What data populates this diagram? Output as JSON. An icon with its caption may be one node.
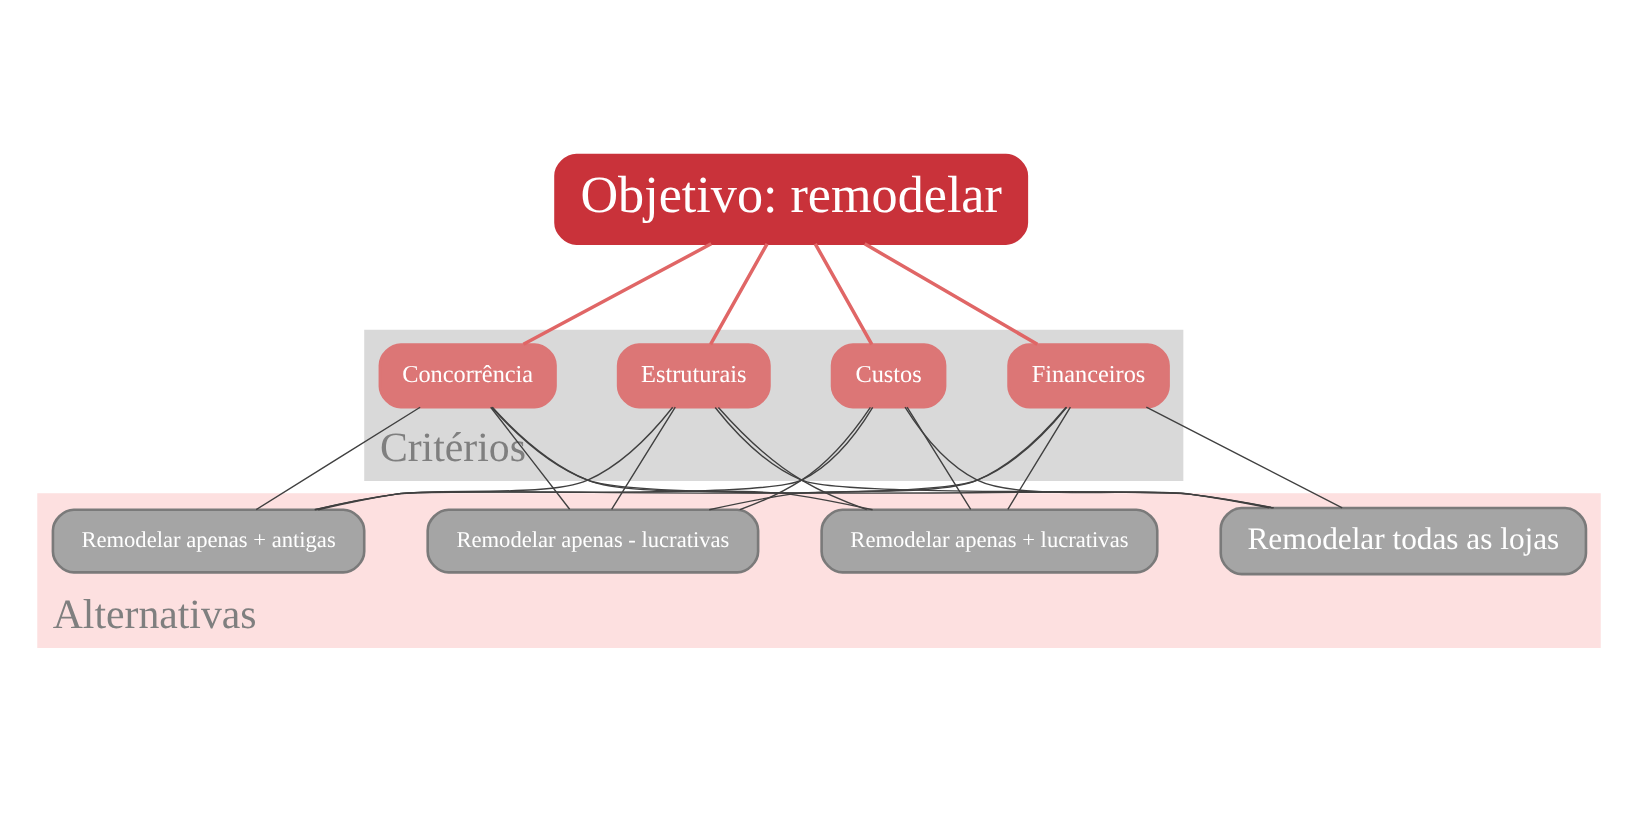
{
  "diagram": {
    "nodes": [
      {
        "text": [
          "Objetivo: remodelar"
        ]
      },
      {
        "text": [
          "Critérios"
        ]
      },
      {
        "text": [
          "Financeiros"
        ],
        "in": 1
      },
      {
        "text": [
          "Custos"
        ],
        "in": 1
      },
      {
        "text": [
          "Estruturais"
        ],
        "in": 1
      },
      {
        "text": [
          "Concorrência"
        ],
        "in": 1
      },
      {
        "text": [
          "Alternativas"
        ]
      },
      {
        "text": [
          "Remodelar todas as lojas"
        ],
        "in": 6
      },
      {
        "text": [
          "Remodelar apenas + lucrativas"
        ],
        "in": 6
      },
      {
        "text": [
          "Remodelar apenas - lucrativas"
        ],
        "in": 6
      },
      {
        "text": [
          "Remodelar apenas + antigas"
        ],
        "in": 6
      }
    ],
    "edges": [
      {
        "from": 0,
        "to": 2,
        "arrow": "none",
        "color": "#e06666"
      },
      {
        "from": 0,
        "to": 3,
        "arrow": "none",
        "color": "#e06666"
      },
      {
        "from": 0,
        "to": 4,
        "arrow": "none",
        "color": "#e06666"
      },
      {
        "from": 0,
        "to": 5,
        "arrow": "none",
        "color": "#e06666"
      },
      {
        "from": 2,
        "to": 7,
        "arrow": "none"
      },
      {
        "from": 2,
        "to": 8,
        "arrow": "none"
      },
      {
        "from": 2,
        "to": 9,
        "arrow": "none"
      },
      {
        "from": 2,
        "to": 10,
        "arrow": "none"
      },
      {
        "from": 3,
        "to": 7,
        "arrow": "none"
      },
      {
        "from": 3,
        "to": 8,
        "arrow": "none"
      },
      {
        "from": 3,
        "to": 9,
        "arrow": "none"
      },
      {
        "from": 3,
        "to": 10,
        "arrow": "none"
      },
      {
        "from": 4,
        "to": 7,
        "arrow": "none"
      },
      {
        "from": 4,
        "to": 8,
        "arrow": "none"
      },
      {
        "from": 4,
        "to": 9,
        "arrow": "none"
      },
      {
        "from": 4,
        "to": 10,
        "arrow": "none"
      },
      {
        "from": 5,
        "to": 7,
        "arrow": "none"
      },
      {
        "from": 5,
        "to": 8,
        "arrow": "none"
      },
      {
        "from": 5,
        "to": 9,
        "arrow": "none"
      },
      {
        "from": 5,
        "to": 10,
        "arrow": "none"
      }
    ]
  }
}
